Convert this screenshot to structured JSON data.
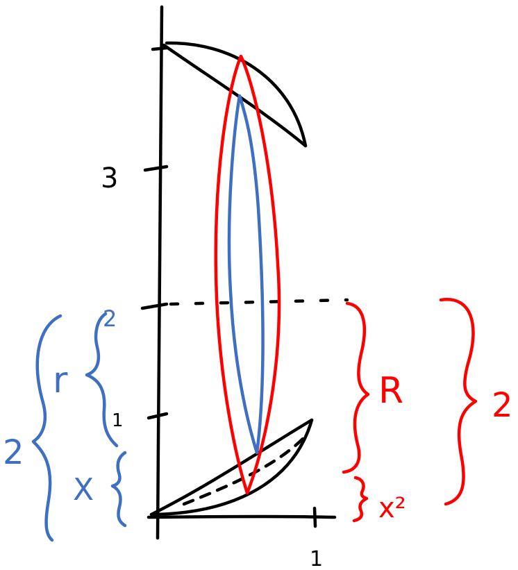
{
  "colors": {
    "ink": "#000000",
    "red": "#ff0000",
    "blue": "#3f6fc0"
  },
  "axis": {
    "y_ticks": [
      {
        "value": 1,
        "label": "1"
      },
      {
        "value": 2,
        "label": "2"
      },
      {
        "value": 3,
        "label": "3"
      }
    ],
    "x_ticks": [
      {
        "value": 1,
        "label": "1"
      }
    ]
  },
  "annotations": {
    "blue": {
      "outer_label": "2",
      "r_label": "r",
      "x_label": "X",
      "top_label": "2"
    },
    "red": {
      "R_label": "R",
      "x2_label": "x²",
      "outer_label": "2"
    }
  }
}
